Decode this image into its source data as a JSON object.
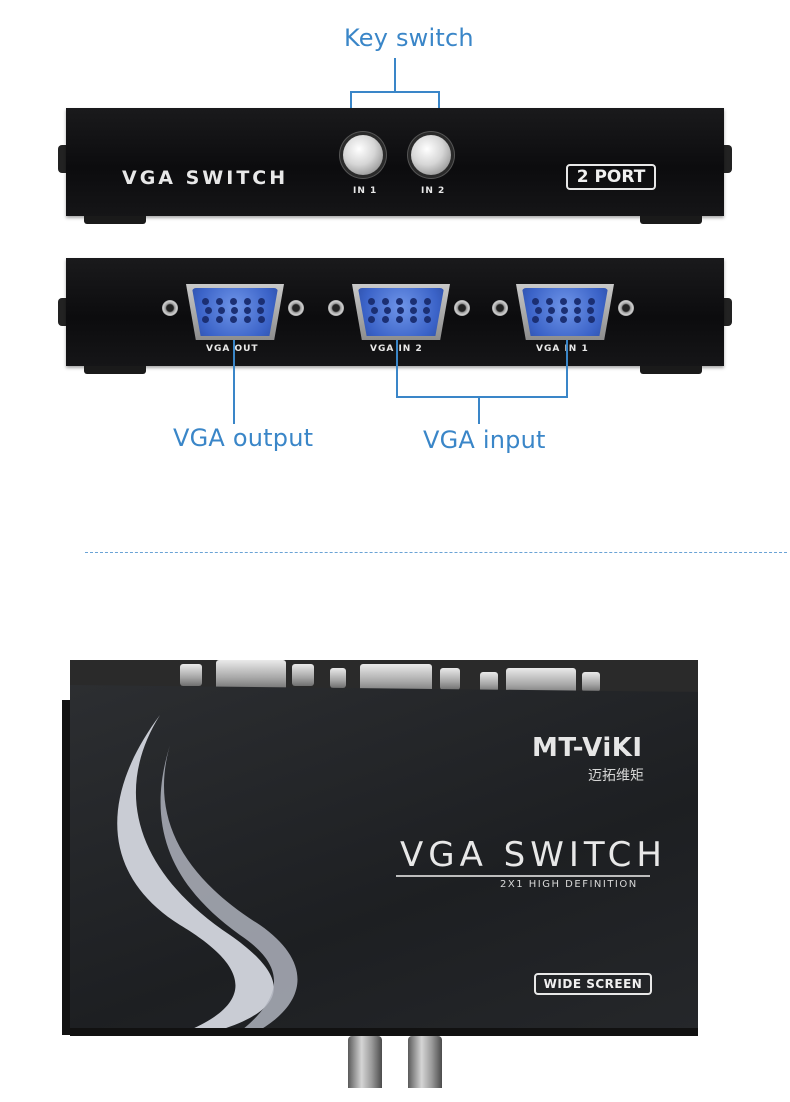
{
  "callouts": {
    "key_switch": "Key switch",
    "vga_output": "VGA output",
    "vga_input": "VGA input"
  },
  "front_panel": {
    "title": "VGA SWITCH",
    "buttons": [
      "IN 1",
      "IN 2"
    ],
    "badge": "2 PORT"
  },
  "rear_panel": {
    "ports": [
      "VGA OUT",
      "VGA IN 2",
      "VGA IN 1"
    ]
  },
  "product": {
    "brand": "MT-ViKI",
    "brand_cn": "迈拓维矩",
    "title": "VGA SWITCH",
    "subtitle": "2X1 HIGH DEFINITION",
    "badge": "WIDE SCREEN"
  },
  "colors": {
    "accent": "#3a86c8",
    "panel": "#111113",
    "vga_port": "#3b63c8"
  }
}
